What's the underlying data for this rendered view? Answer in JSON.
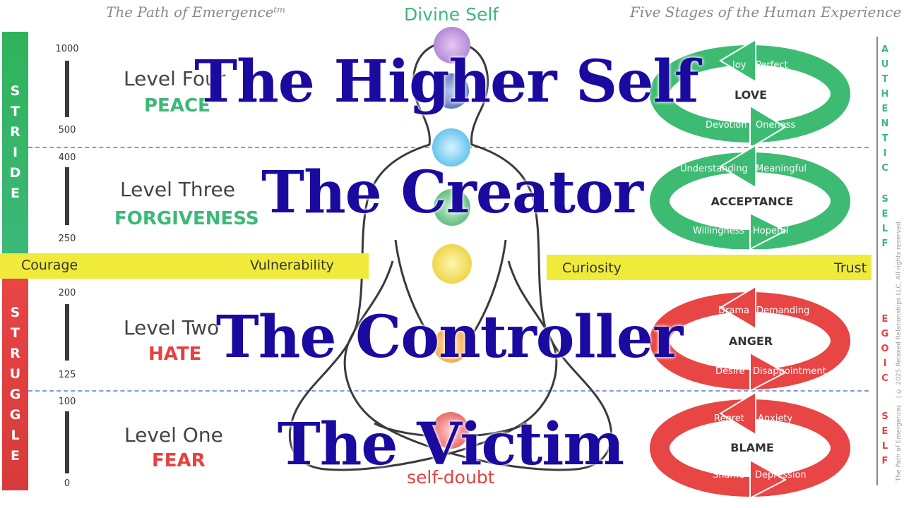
{
  "header": {
    "left": "The Path of Emergenceᵗᵐ",
    "right": "Five Stages of the Human Experience",
    "top_center": "Divine Self",
    "bottom_center": "self-doubt"
  },
  "sidebar": {
    "stride": "STRIDE",
    "struggle": "STRUGGLE"
  },
  "right_labels": {
    "authentic": "AUTHENTIC",
    "egoic": "EGOIC",
    "self": "SELF"
  },
  "copyright": "The Path of Emergence™ | © 2025 Relaxed Relationships LLC. All rights reserved.",
  "levels": [
    {
      "name": "Level Four",
      "emotion": "PEACE",
      "top": "1000",
      "bottom": "500",
      "color": "#3cb878"
    },
    {
      "name": "Level Three",
      "emotion": "FORGIVENESS",
      "top": "400",
      "bottom": "250",
      "color": "#3cb878"
    },
    {
      "name": "Level Two",
      "emotion": "HATE",
      "top": "200",
      "bottom": "125",
      "color": "#e84040"
    },
    {
      "name": "Level One",
      "emotion": "FEAR",
      "top": "100",
      "bottom": "0",
      "color": "#e84040"
    }
  ],
  "bands": {
    "left_a": "Courage",
    "left_b": "Vulnerability",
    "right_a": "Curiosity",
    "right_b": "Trust"
  },
  "cycles": [
    {
      "center": "LOVE",
      "tl": "Joy",
      "tr": "Perfect",
      "bl": "Devotion",
      "br": "Oneness",
      "color": "#3dbb73"
    },
    {
      "center": "ACCEPTANCE",
      "tl": "Understanding",
      "tr": "Meaningful",
      "bl": "Willingness",
      "br": "Hopeful",
      "color": "#3dbb73"
    },
    {
      "center": "ANGER",
      "tl": "Drama",
      "tr": "Demanding",
      "bl": "Desire",
      "br": "Disappointment",
      "color": "#e84545"
    },
    {
      "center": "BLAME",
      "tl": "Regret",
      "tr": "Anxiety",
      "bl": "Shame",
      "br": "Depression",
      "color": "#e84545"
    }
  ],
  "overlay_titles": [
    "The Higher Self",
    "The Creator",
    "The Controller",
    "The Victim"
  ]
}
